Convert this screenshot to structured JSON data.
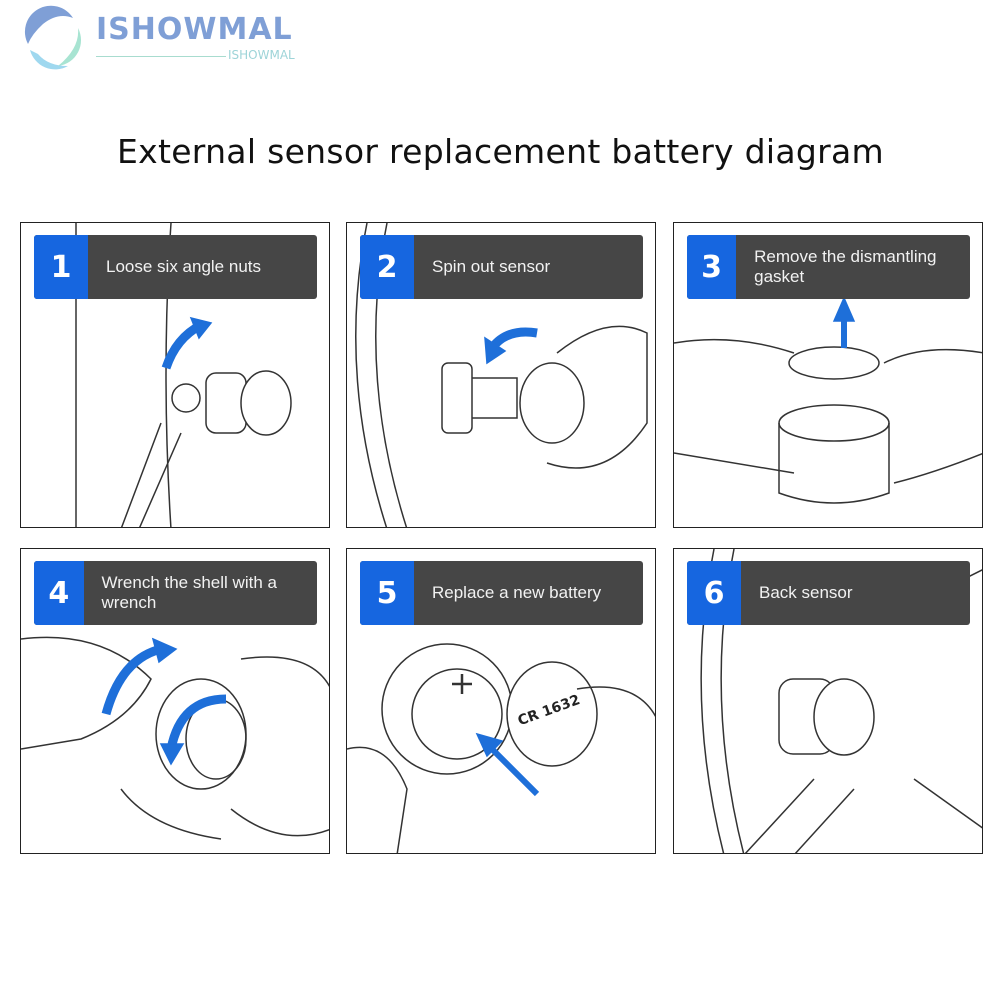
{
  "logo": {
    "name": "ISHOWMAL",
    "sub": "ISHOWMAL"
  },
  "title": "External sensor replacement battery diagram",
  "steps": [
    {
      "number": "1",
      "text": "Loose six angle nuts"
    },
    {
      "number": "2",
      "text": "Spin out sensor"
    },
    {
      "number": "3",
      "text": "Remove the dismantling gasket"
    },
    {
      "number": "4",
      "text": "Wrench the shell with a wrench"
    },
    {
      "number": "5",
      "text": "Replace a new battery"
    },
    {
      "number": "6",
      "text": "Back sensor"
    }
  ],
  "battery_label": "CR 1632",
  "colors": {
    "step_blue": "#1666e0",
    "label_bg": "#464646",
    "arrow_blue": "#1e6fd9"
  }
}
